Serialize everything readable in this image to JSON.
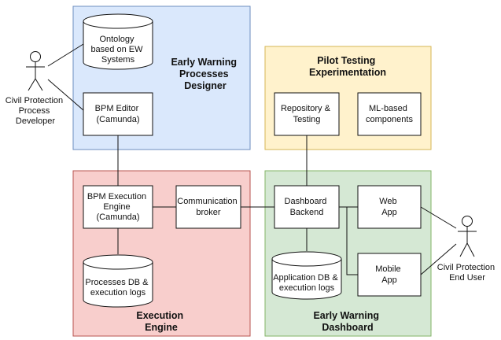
{
  "colors": {
    "designer_fill": "#dae8fc",
    "designer_stroke": "#6c8ebf",
    "pilot_fill": "#fff2cc",
    "pilot_stroke": "#d6b656",
    "execution_fill": "#f8cecc",
    "execution_stroke": "#b85450",
    "dashboard_fill": "#d5e8d4",
    "dashboard_stroke": "#82b366"
  },
  "groups": {
    "designer": {
      "title": [
        "Early Warning",
        "Processes",
        "Designer"
      ]
    },
    "pilot": {
      "title": [
        "Pilot Testing",
        "Experimentation"
      ]
    },
    "execution": {
      "title": [
        "Execution",
        "Engine"
      ]
    },
    "dashboard": {
      "title": [
        "Early Warning",
        "Dashboard"
      ]
    }
  },
  "nodes": {
    "ontology": [
      "Ontology",
      "based on EW",
      "Systems"
    ],
    "bpm_editor": [
      "BPM Editor",
      "(Camunda)"
    ],
    "repository": [
      "Repository &",
      "Testing"
    ],
    "ml": [
      "ML-based",
      "components"
    ],
    "bpm_engine": [
      "BPM Execution",
      "Engine",
      "(Camunda)"
    ],
    "comm_broker": [
      "Communication",
      "broker"
    ],
    "dash_backend": [
      "Dashboard",
      "Backend"
    ],
    "web_app": [
      "Web",
      "App"
    ],
    "mobile_app": [
      "Mobile",
      "App"
    ],
    "processes_db": [
      "Processes DB &",
      "execution logs"
    ],
    "app_db": [
      "Application DB &",
      "execution logs"
    ]
  },
  "actors": {
    "developer": [
      "Civil Protection",
      "Process",
      "Developer"
    ],
    "end_user": [
      "Civil Protection",
      "End User"
    ]
  }
}
